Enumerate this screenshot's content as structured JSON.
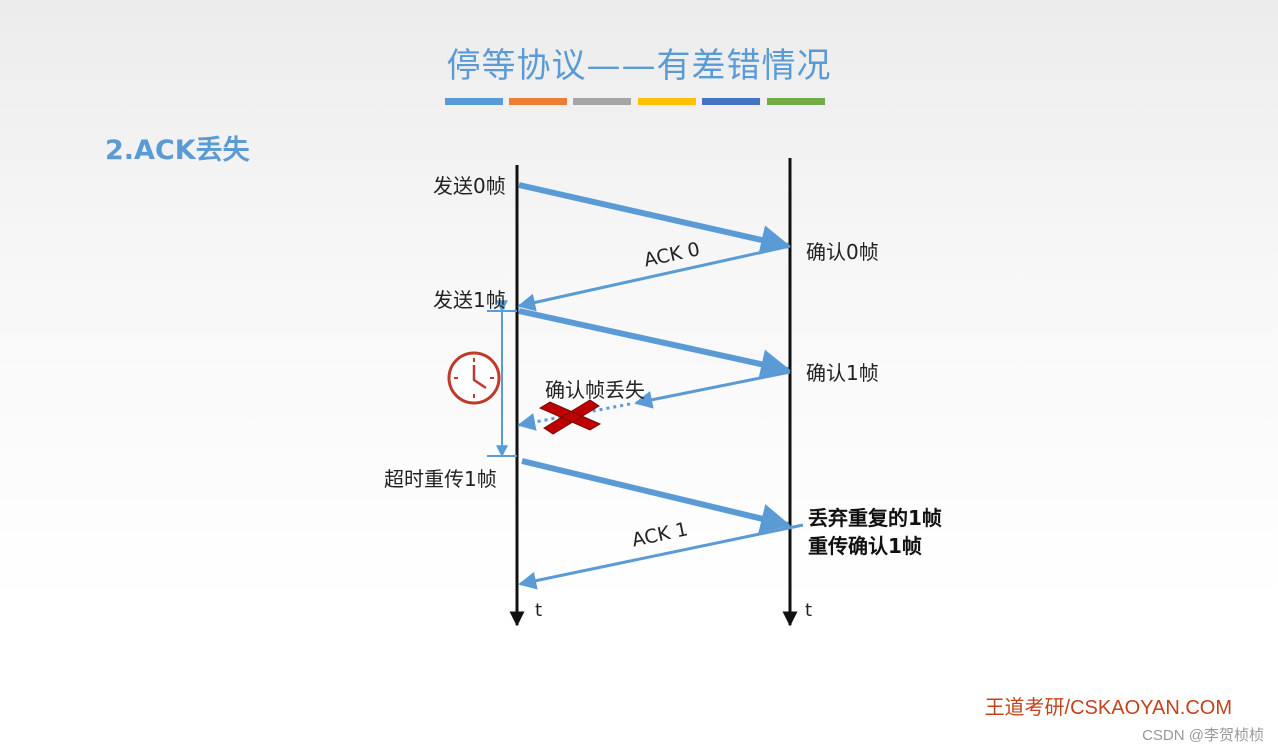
{
  "title": "停等协议——有差错情况",
  "section_heading": "2.ACK丢失",
  "color_bar": [
    "#5b9bd5",
    "#ed7d31",
    "#a5a5a5",
    "#ffc000",
    "#4472c4",
    "#70ad47"
  ],
  "sender_labels": {
    "send0": "发送0帧",
    "send1": "发送1帧",
    "retransmit": "超时重传1帧"
  },
  "receiver_labels": {
    "ack0": "确认0帧",
    "ack1": "确认1帧",
    "discard_line1": "丢弃重复的1帧",
    "discard_line2": "重传确认1帧"
  },
  "arrow_labels": {
    "ack0": "ACK 0",
    "ack1": "ACK 1",
    "lost": "确认帧丢失"
  },
  "axis_labels": {
    "left": "t",
    "right": "t"
  },
  "icons": {
    "timer": "clock-icon",
    "lost": "cross-icon"
  },
  "footer": {
    "brand": "王道考研/CSKAOYAN.COM",
    "credit": "CSDN @李贺桢桢"
  }
}
